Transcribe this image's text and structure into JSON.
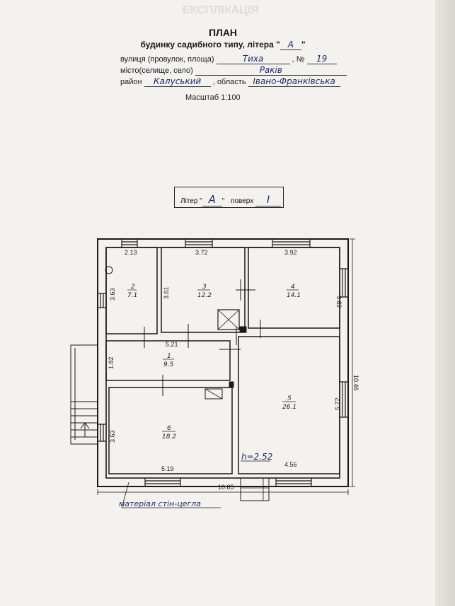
{
  "ghost": {
    "title": "ЕКСПЛІКАЦІЯ"
  },
  "header": {
    "title": "ПЛАН",
    "subtitle_prefix": "будинку садибного типу, літера \"",
    "litera": "А",
    "subtitle_suffix": "\"",
    "street_label": "вулиця (провулок, площа)",
    "street_value": "Тиха",
    "number_label": ", №",
    "number_value": "19",
    "city_label": "місто(селище, село)",
    "city_value": "Раків",
    "district_label": "район",
    "district_value": "Калуський",
    "oblast_label": ", область",
    "oblast_value": "Івано-Франківська",
    "scale": "Масштаб  1:100"
  },
  "legend": {
    "litera_label": "Літер \"",
    "litera_value": "А",
    "litera_close": "\"",
    "floor_label": "поверх",
    "floor_value": "I"
  },
  "plan": {
    "rooms": [
      {
        "id": "2",
        "area": "7.1"
      },
      {
        "id": "3",
        "area": "12.2"
      },
      {
        "id": "4",
        "area": "14.1"
      },
      {
        "id": "1",
        "area": "9.5"
      },
      {
        "id": "5",
        "area": "26.1"
      },
      {
        "id": "6",
        "area": "18.2"
      }
    ],
    "dimensions": {
      "r2_width": "2.13",
      "r2_height": "3.63",
      "r3_width": "3.72",
      "r3_height": "3.61",
      "r4_width": "3.92",
      "r4_height": "3.62",
      "r1_width": "5.21",
      "r1_height": "1.82",
      "r6_height": "3.63",
      "r6_width": "5.19",
      "r5_height": "5.72",
      "r5_width": "4.56",
      "total_width": "10.85",
      "total_height": "10.46"
    },
    "ceiling_height": "h=2.52",
    "material_note": "матеріал стін-цегла"
  }
}
